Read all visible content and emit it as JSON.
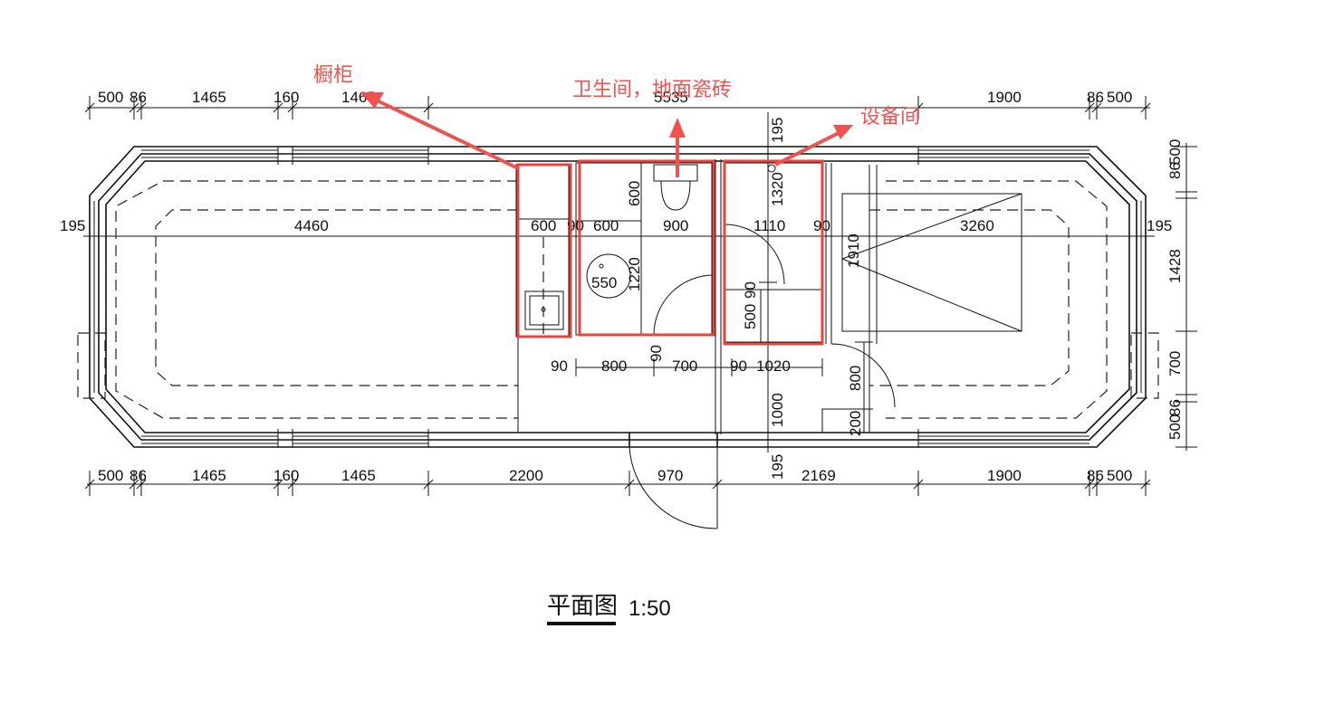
{
  "annotations": {
    "cabinet": "橱柜",
    "bathroom": "卫生间，地面瓷砖",
    "equipment": "设备间"
  },
  "title": {
    "name": "平面图",
    "scale": "1:50"
  },
  "dims_top": [
    "500",
    "86",
    "1465",
    "160",
    "1465",
    "5535",
    "1900",
    "86",
    "500"
  ],
  "dims_bottom": [
    "500",
    "86",
    "1465",
    "160",
    "1465",
    "2200",
    "970",
    "2169",
    "1900",
    "86",
    "500"
  ],
  "dims_left": [
    "195"
  ],
  "dims_right": [
    "195",
    "86",
    "500",
    "1428",
    "700",
    "86",
    "500"
  ],
  "dims_interior": {
    "main_width": "4460",
    "cab_w": "600",
    "v90a": "90",
    "bath_w1": "600",
    "bath_w2": "900",
    "equip_w": "1110",
    "v90b": "90",
    "bed_w": "3260",
    "toilet_depth": "600",
    "sink_dia": "550",
    "sink_h": "1220",
    "equip_top": "195",
    "equip_h": "1320",
    "small_90": "90",
    "cab_500": "500",
    "bed_h": "1910",
    "b90a": "90",
    "b800": "800",
    "b90b": "90",
    "b700": "700",
    "b90c": "90",
    "b1020": "1020",
    "door_800": "800",
    "v1000": "1000",
    "v200": "200"
  }
}
